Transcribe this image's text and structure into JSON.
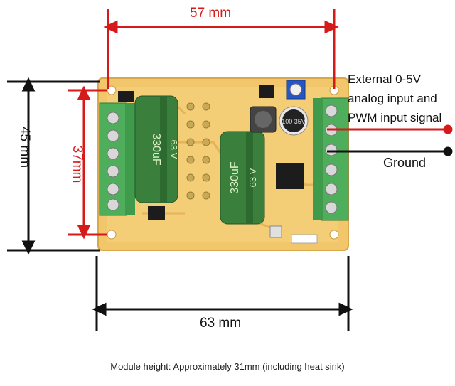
{
  "dimensions": {
    "width_top": "57 mm",
    "width_bottom": "63 mm",
    "height_outer": "45 mm",
    "height_inner": "37mm"
  },
  "annotations": {
    "signal_line1": "External 0-5V",
    "signal_line2": "analog input and",
    "signal_line3": "PWM input signal",
    "ground": "Ground"
  },
  "components": {
    "cap_left_value": "330uF",
    "cap_left_voltage": "63 V",
    "cap_center_value": "330uF",
    "cap_center_voltage": "63 V",
    "small_cap_marking": "100 35V"
  },
  "caption": "Module height: Approximately 31mm (including heat sink)",
  "colors": {
    "pcb": "#f2c66a",
    "terminal": "#4fae5c",
    "capacitor": "#3a7f3c",
    "dimension_red": "#d61a1a"
  }
}
